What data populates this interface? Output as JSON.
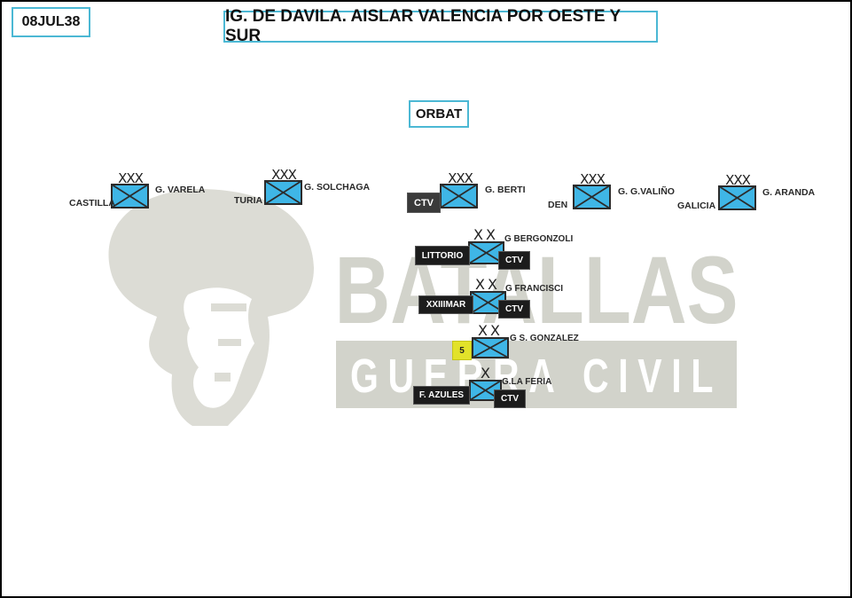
{
  "date": "08JUL38",
  "title": "IG. DE DAVILA. AISLAR VALENCIA POR OESTE Y SUR",
  "orbat_label": "ORBAT",
  "watermark": {
    "line1": "BATALLAS",
    "line2": "GUERRA CIVIL"
  },
  "colors": {
    "accent_border": "#4bb8d4",
    "unit_fill": "#3fb6e6",
    "tag_bg": "#1c1c1c",
    "tag_yellow": "#e2e22a"
  },
  "corps": [
    {
      "echelon": "XXX",
      "commander": "G. VARELA",
      "name": "CASTILLA"
    },
    {
      "echelon": "XXX",
      "commander": "G. SOLCHAGA",
      "name": "TURIA"
    },
    {
      "echelon": "XXX",
      "commander": "G. BERTI",
      "tag": "CTV"
    },
    {
      "echelon": "XXX",
      "commander": "G. G.VALIÑO",
      "name": "DEN"
    },
    {
      "echelon": "XXX",
      "commander": "G. ARANDA",
      "name": "GALICIA"
    }
  ],
  "divisions": [
    {
      "echelon": "XX",
      "commander": "G BERGONZOLI",
      "name": "LITTORIO",
      "tag": "CTV"
    },
    {
      "echelon": "XX",
      "commander": "G FRANCISCI",
      "name": "XXIIIMAR",
      "tag": "CTV"
    },
    {
      "echelon": "XX",
      "commander": "G S. GONZALEZ",
      "name": "5"
    },
    {
      "echelon": "X",
      "commander": "G.LA FERIA",
      "name": "F. AZULES",
      "tag": "CTV"
    }
  ]
}
